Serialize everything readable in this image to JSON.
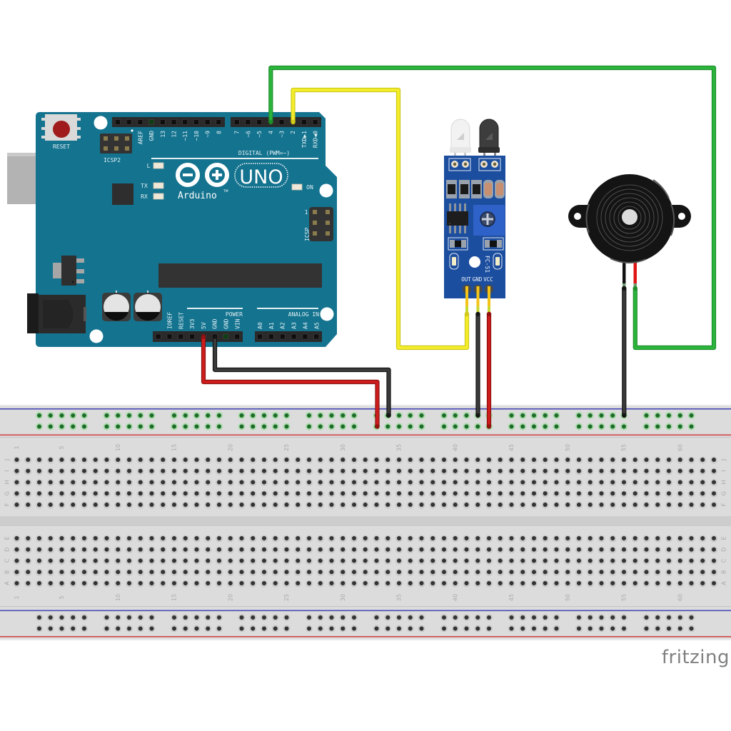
{
  "watermark": "fritzing",
  "arduino": {
    "reset_label": "RESET",
    "icsp2_label": "ICSP2",
    "icsp_label": "ICSP",
    "icsp_pin1_label": "1",
    "digital_label": "DIGITAL (PWM=~)",
    "digital_pins_left": [
      "AREF",
      "GND",
      "13",
      "12",
      "~11",
      "~10",
      "~9",
      "8"
    ],
    "digital_pins_right": [
      "7",
      "~6",
      "~5",
      "4",
      "~3",
      "2",
      "TXD▶1",
      "RXD◀0"
    ],
    "power_label": "POWER",
    "power_pins": [
      "IOREF",
      "RESET",
      "3V3",
      "5V",
      "GND",
      "GND",
      "VIN"
    ],
    "analog_label": "ANALOG IN",
    "analog_pins": [
      "A0",
      "A1",
      "A2",
      "A3",
      "A4",
      "A5"
    ],
    "leds": {
      "l": "L",
      "tx": "TX",
      "rx": "RX",
      "on": "ON"
    },
    "brand": "Arduino",
    "trademark": "TM",
    "model": "UNO",
    "board_color": "#14738f"
  },
  "ir_sensor": {
    "model_label": "FC-51",
    "pin_labels": [
      "OUT",
      "GND",
      "VCC"
    ],
    "board_color": "#1c4e9f",
    "pot_color": "#2f62c9"
  },
  "buzzer": {
    "body_color": "#141414"
  },
  "breadboard": {
    "columns": 63,
    "column_labels": [
      "1",
      "5",
      "10",
      "15",
      "20",
      "25",
      "30",
      "35",
      "40",
      "45",
      "50",
      "55",
      "60"
    ],
    "row_labels_top": [
      "J",
      "I",
      "H",
      "G",
      "F"
    ],
    "row_labels_bottom": [
      "E",
      "D",
      "C",
      "B",
      "A"
    ],
    "rail_groups": 10,
    "holes_per_group": 5,
    "rail_line_colors": {
      "negative": "#4a4ab8",
      "positive": "#d04545"
    },
    "active_rail_hole_color": "#1f6b2b"
  },
  "wires": [
    {
      "id": "d4-to-buzzer-positive",
      "from": "Arduino pin 4",
      "to": "Buzzer +",
      "color": "#2bb43b",
      "edge_color": "#1b8a28"
    },
    {
      "id": "d2-to-sensor-out",
      "from": "Arduino pin 2",
      "to": "FC-51 OUT",
      "color": "#f2ec2a",
      "edge_color": "#cdc617"
    },
    {
      "id": "arduino-gnd-to-rail",
      "from": "Arduino GND",
      "to": "Top rail -",
      "color": "#3a3a3a",
      "edge_color": "#0f0f0f"
    },
    {
      "id": "arduino-5v-to-rail",
      "from": "Arduino 5V",
      "to": "Top rail +",
      "color": "#cc1c1c",
      "edge_color": "#8a1010"
    },
    {
      "id": "sensor-gnd-to-rail",
      "from": "FC-51 GND",
      "to": "Top rail -",
      "color": "#3a3a3a",
      "edge_color": "#0f0f0f"
    },
    {
      "id": "sensor-vcc-to-rail",
      "from": "FC-51 VCC",
      "to": "Top rail +",
      "color": "#cc1c1c",
      "edge_color": "#8a1010"
    },
    {
      "id": "buzzer-negative-to-rail",
      "from": "Buzzer -",
      "to": "Top rail -",
      "color": "#3a3a3a",
      "edge_color": "#0f0f0f"
    }
  ]
}
